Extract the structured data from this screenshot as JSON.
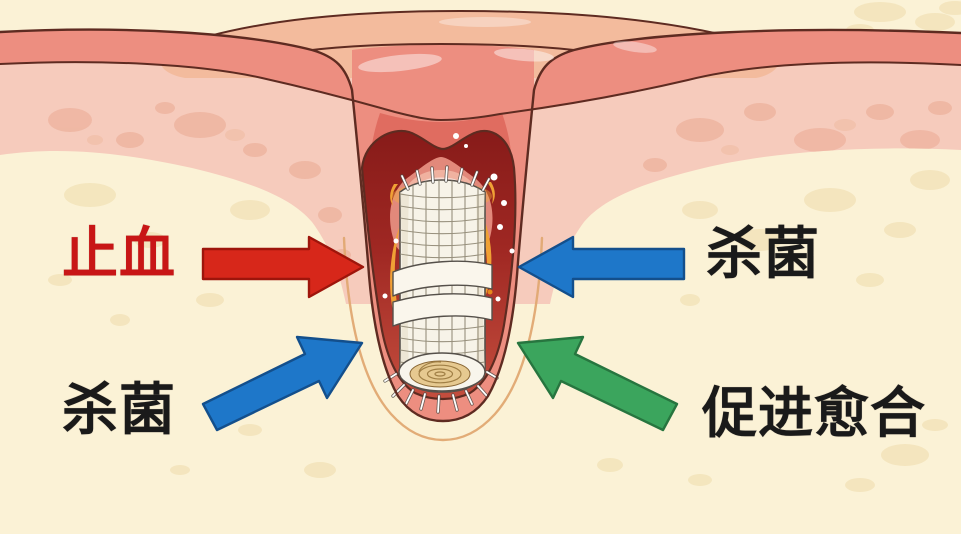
{
  "scene": {
    "subject": "cross-section of a tooth extraction socket with a rolled hemostatic gauze plug",
    "background_color": "#FBF2D6",
    "labels": {
      "hemostasis": {
        "text": "止血",
        "color": "#C81616"
      },
      "antibacterial_top_right": {
        "text": "杀菌",
        "color": "#1A1A1A"
      },
      "antibacterial_bottom_left": {
        "text": "杀菌",
        "color": "#1A1A1A"
      },
      "promote_healing": {
        "text": "促进愈合",
        "color": "#1A1A1A"
      }
    },
    "arrows": {
      "hemostasis": {
        "color": "#D7271A",
        "border": "#9E150B",
        "direction": "right"
      },
      "antibacterial_top": {
        "color": "#1E77C9",
        "border": "#134F8C",
        "direction": "left"
      },
      "antibacterial_bottom": {
        "color": "#1E77C9",
        "border": "#134F8C",
        "direction": "up-right"
      },
      "healing": {
        "color": "#3BA55D",
        "border": "#27753F",
        "direction": "up-left"
      }
    },
    "illustration_colors": {
      "gum": "#ED8E80",
      "mucosa_light": "#F6CBBC",
      "gum_crest": "#F3BB9D",
      "wound_red": "#A02823",
      "clot": "#E2897B",
      "iodine_orange": "#F0A135",
      "gauze_white": "#F7F3E8",
      "gauze_core_tan": "#E6C990",
      "bone_cream": "#FBF2D6",
      "outline_maroon": "#5E2B21",
      "bone_socket_line": "#E0A872"
    }
  }
}
